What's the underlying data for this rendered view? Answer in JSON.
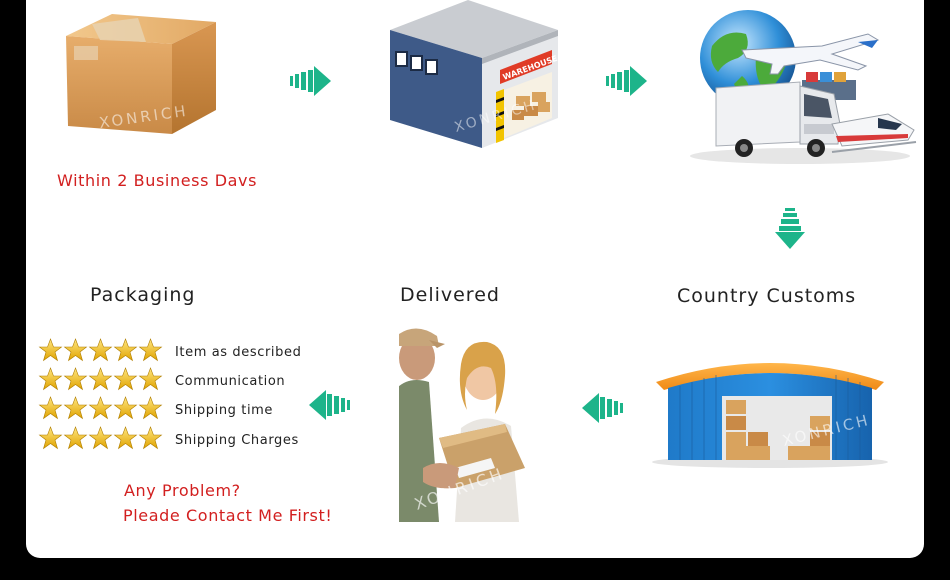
{
  "step1": {
    "caption": "Within 2 Business Davs"
  },
  "step2": {
    "sign": "WAREHOUSE"
  },
  "step4": {
    "title": "Country Customs"
  },
  "step5": {
    "title": "Delivered"
  },
  "step6": {
    "title": "Packaging"
  },
  "reviews": [
    {
      "label": "Item as described",
      "stars": 5
    },
    {
      "label": "Communication",
      "stars": 5
    },
    {
      "label": "Shipping time",
      "stars": 5
    },
    {
      "label": "Shipping Charges",
      "stars": 5
    }
  ],
  "contact": {
    "line1": "Any Problem?",
    "line2": "Pleade Contact Me First!"
  },
  "watermark": "XONRICH",
  "colors": {
    "arrow": "#1db48a",
    "accent_red": "#d21f1f",
    "background": "#000000",
    "card": "#ffffff"
  },
  "icons": [
    "cardboard-box-icon",
    "warehouse-icon",
    "global-transport-icon",
    "customs-warehouse-icon",
    "delivery-photo",
    "star-icon",
    "arrow-right-icon",
    "arrow-down-icon",
    "arrow-left-icon"
  ]
}
